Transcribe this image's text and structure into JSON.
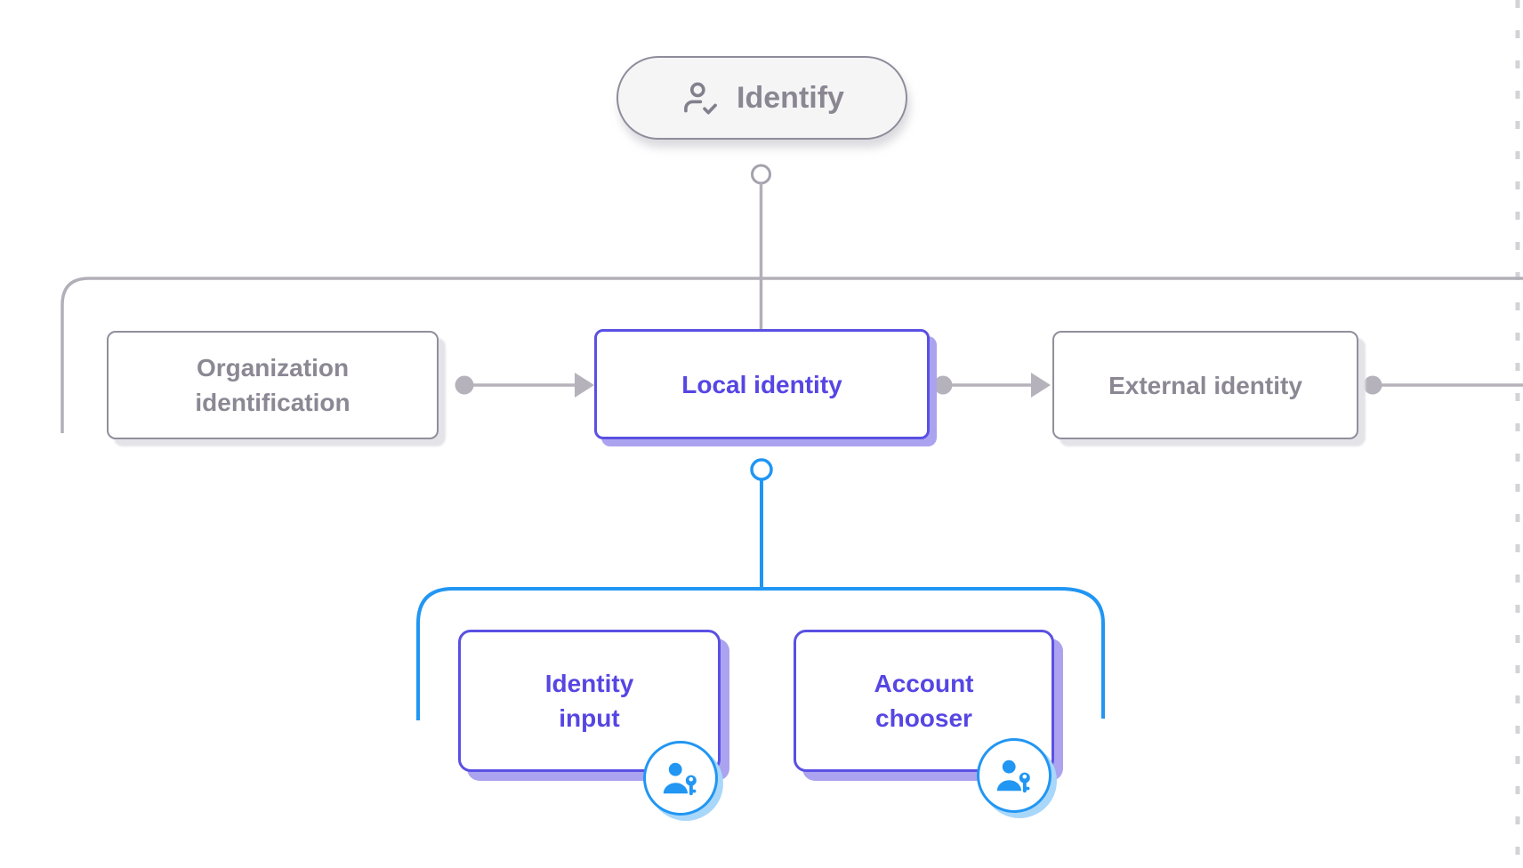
{
  "diagram": {
    "type": "flowchart",
    "root_node": {
      "label": "Identify",
      "icon": "user-check-icon"
    },
    "level1_nodes": [
      {
        "label": "Organization identification",
        "state": "inactive"
      },
      {
        "label": "Local identity",
        "state": "selected"
      },
      {
        "label": "External identity",
        "state": "inactive"
      }
    ],
    "level2_nodes": [
      {
        "label": "Identity input",
        "icon": "user-key-icon"
      },
      {
        "label": "Account chooser",
        "icon": "user-key-icon"
      }
    ],
    "colors": {
      "accent_purple": "#5a50e3",
      "accent_purple_shadow": "#aba3ef",
      "accent_blue": "#2196f3",
      "accent_blue_shadow": "#a9d7fa",
      "neutral_text_gray": "#8b8894",
      "wire_gray": "#b5b2bb",
      "dashed_boundary_gray": "#d3d2d7"
    }
  }
}
